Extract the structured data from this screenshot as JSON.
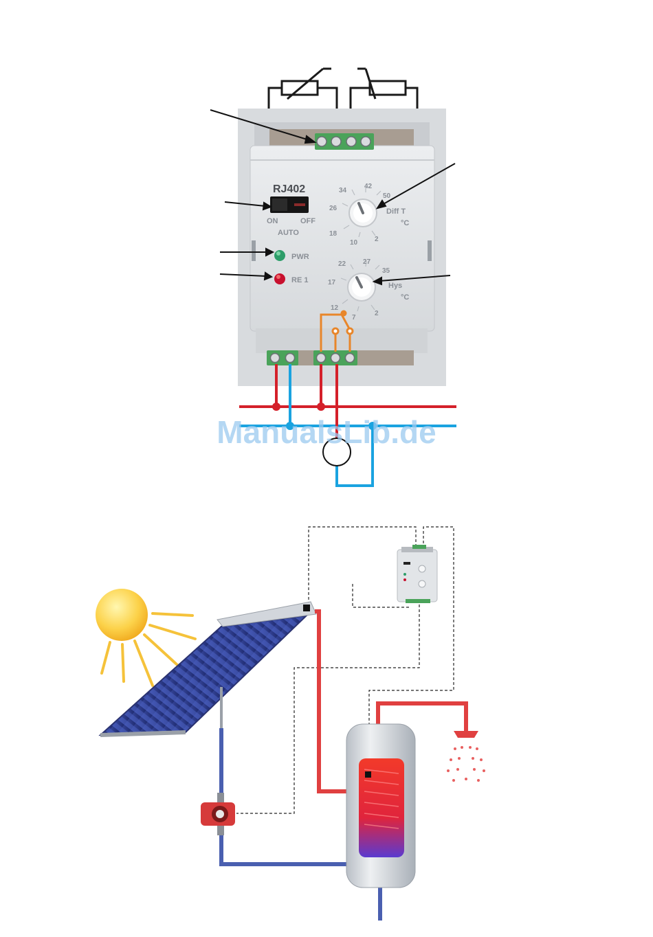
{
  "device": {
    "model": "RJ402",
    "switch": {
      "on_label": "ON",
      "off_label": "OFF",
      "auto_label": "AUTO"
    },
    "leds": [
      {
        "label": "PWR",
        "color": "#2e9e6a"
      },
      {
        "label": "RE 1",
        "color": "#c8102e"
      }
    ],
    "dial_difft": {
      "ticks": [
        "18",
        "26",
        "34",
        "42",
        "50",
        "10",
        "2"
      ],
      "label": "Diff T",
      "unit": "°C"
    },
    "dial_hys": {
      "ticks": [
        "12",
        "17",
        "22",
        "27",
        "35",
        "7",
        "2"
      ],
      "label": "Hys",
      "unit": "°C"
    }
  },
  "watermark": "ManualsLib.de",
  "colors": {
    "phase_wire": "#d4202a",
    "neutral_wire": "#1aa3e0",
    "relay_wire": "#e8862a",
    "device_body": "#e3e5e7",
    "hot_pipe": "#e04040",
    "cold_pipe": "#4a5fb0"
  }
}
